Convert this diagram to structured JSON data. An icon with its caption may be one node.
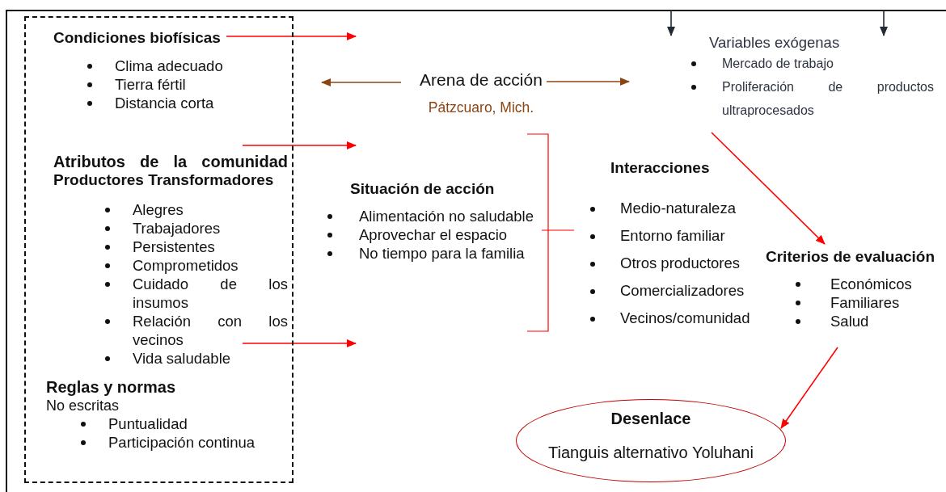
{
  "diagram": {
    "nodes": [
      {
        "text": [],
        "shape": "box"
      },
      {
        "text": [
          "Condiciones biofísicas",
          "Clima adecuado",
          "Tierra fértil",
          "Distancia corta"
        ],
        "in": 0
      },
      {
        "text": [
          "Atributos de la comunidad",
          "Productores Transformadores",
          "Alegres",
          "Trabajadores",
          "Persistentes",
          "Comprometidos",
          "Cuidado de los insumos",
          "Relación con los vecinos",
          "Vida saludable"
        ],
        "in": 0
      },
      {
        "text": [
          "Reglas y normas",
          "No escritas",
          "Puntualidad",
          "Participación continua"
        ],
        "in": 0
      },
      {
        "text": [
          "Arena de acción",
          "Pátzcuaro, Mich."
        ]
      },
      {
        "text": [
          "Situación de acción",
          "Alimentación no saludable",
          "Aprovechar el espacio",
          "No tiempo para la familia"
        ]
      },
      {
        "text": [
          "Variables exógenas",
          "Mercado de trabajo",
          "Proliferación de productos ultraprocesados"
        ]
      },
      {
        "text": [
          "Interacciones",
          "Medio-naturaleza",
          "Entorno familiar",
          "Otros productores",
          "Comercializadores",
          "Vecinos/comunidad"
        ]
      },
      {
        "text": [
          "Criterios de evaluación",
          "Económicos",
          "Familiares",
          "Salud"
        ]
      },
      {
        "text": [
          "Desenlace",
          "Tianguis alternativo Yoluhani"
        ]
      }
    ],
    "edges": [
      {
        "from": 1,
        "to": null,
        "arrow": "to"
      },
      {
        "from": 2,
        "to": null,
        "arrow": "to"
      },
      {
        "from": 2,
        "to": null,
        "arrow": "to"
      },
      {
        "from": 4,
        "to": null,
        "arrow": "to",
        "color": "#8b4513"
      },
      {
        "from": 4,
        "to": null,
        "arrow": "to",
        "color": "#8b4513"
      },
      {
        "from": null,
        "to": 6,
        "arrow": "to",
        "color": "#222a35"
      },
      {
        "from": null,
        "to": 6,
        "arrow": "to",
        "color": "#222a35"
      },
      {
        "from": 5,
        "to": 7,
        "arrow": "none"
      },
      {
        "from": 6,
        "to": 8,
        "arrow": "to"
      },
      {
        "from": 8,
        "to": 9,
        "arrow": "to"
      }
    ]
  }
}
